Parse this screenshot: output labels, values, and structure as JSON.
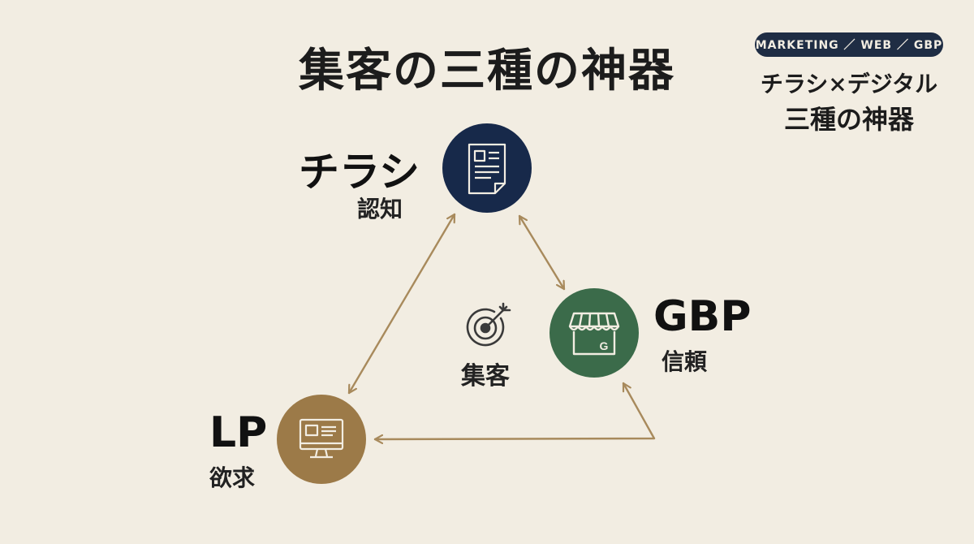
{
  "title": "集客の三種の神器",
  "tag": "MARKETING ／ WEB ／ GBP",
  "side_heading": [
    "チラシ×デジタル",
    "三種の神器"
  ],
  "nodes": {
    "flyer": {
      "title": "チラシ",
      "subtitle": "認知",
      "color": "#17294a",
      "icon": "document-icon"
    },
    "gbp": {
      "title": "GBP",
      "subtitle": "信頼",
      "color": "#3b6b4a",
      "icon": "storefront-icon",
      "icon_letter": "G"
    },
    "lp": {
      "title": "LP",
      "subtitle": "欲求",
      "color": "#9c7a48",
      "icon": "monitor-icon"
    }
  },
  "center": {
    "label": "集客",
    "icon": "target-icon"
  },
  "colors": {
    "arrow": "#a88a5c",
    "background": "#f2ede2",
    "tag_bg": "#1f2d44"
  }
}
